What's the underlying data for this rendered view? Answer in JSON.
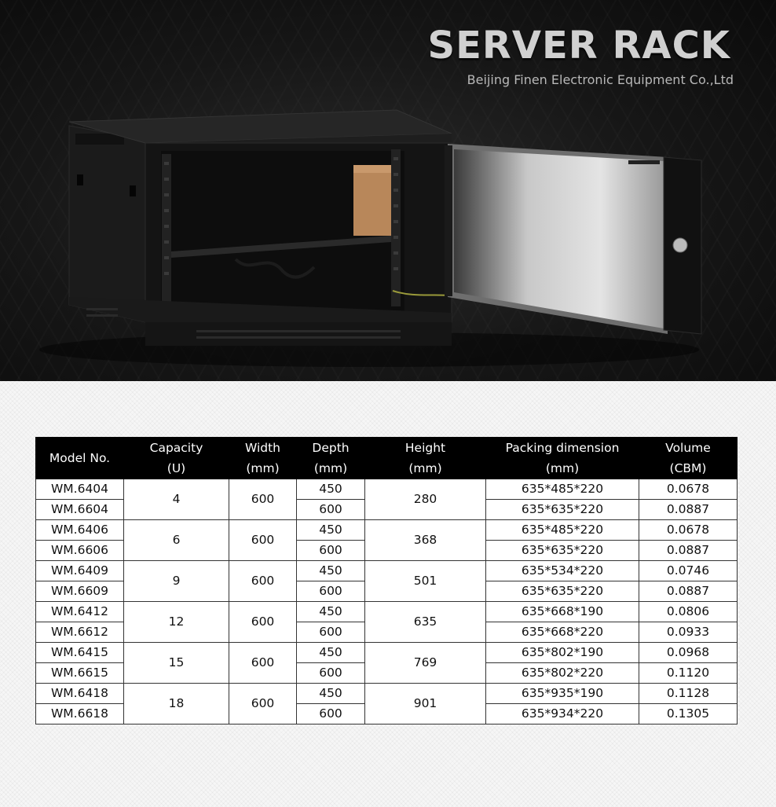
{
  "header": {
    "title": "SERVER RACK",
    "subtitle": "Beijing Finen Electronic Equipment Co.,Ltd"
  },
  "colors": {
    "hero_bg": "#161616",
    "title_text": "#d0d0d0",
    "table_header_bg": "#000000",
    "table_header_text": "#ffffff"
  },
  "table": {
    "headers": {
      "model": "Model No.",
      "capacity": "Capacity\n(U)",
      "width": "Width\n(mm)",
      "depth": "Depth\n(mm)",
      "height": "Height\n(mm)",
      "packing": "Packing dimension\n(mm)",
      "volume": "Volume\n(CBM)"
    },
    "groups": [
      {
        "capacity": "4",
        "width": "600",
        "height": "280",
        "rows": [
          {
            "model": "WM.6404",
            "depth": "450",
            "packing": "635*485*220",
            "volume": "0.0678"
          },
          {
            "model": "WM.6604",
            "depth": "600",
            "packing": "635*635*220",
            "volume": "0.0887"
          }
        ]
      },
      {
        "capacity": "6",
        "width": "600",
        "height": "368",
        "rows": [
          {
            "model": "WM.6406",
            "depth": "450",
            "packing": "635*485*220",
            "volume": "0.0678"
          },
          {
            "model": "WM.6606",
            "depth": "600",
            "packing": "635*635*220",
            "volume": "0.0887"
          }
        ]
      },
      {
        "capacity": "9",
        "width": "600",
        "height": "501",
        "rows": [
          {
            "model": "WM.6409",
            "depth": "450",
            "packing": "635*534*220",
            "volume": "0.0746"
          },
          {
            "model": "WM.6609",
            "depth": "600",
            "packing": "635*635*220",
            "volume": "0.0887"
          }
        ]
      },
      {
        "capacity": "12",
        "width": "600",
        "height": "635",
        "rows": [
          {
            "model": "WM.6412",
            "depth": "450",
            "packing": "635*668*190",
            "volume": "0.0806"
          },
          {
            "model": "WM.6612",
            "depth": "600",
            "packing": "635*668*220",
            "volume": "0.0933"
          }
        ]
      },
      {
        "capacity": "15",
        "width": "600",
        "height": "769",
        "rows": [
          {
            "model": "WM.6415",
            "depth": "450",
            "packing": "635*802*190",
            "volume": "0.0968"
          },
          {
            "model": "WM.6615",
            "depth": "600",
            "packing": "635*802*220",
            "volume": "0.1120"
          }
        ]
      },
      {
        "capacity": "18",
        "width": "600",
        "height": "901",
        "rows": [
          {
            "model": "WM.6418",
            "depth": "450",
            "packing": "635*935*190",
            "volume": "0.1128"
          },
          {
            "model": "WM.6618",
            "depth": "600",
            "packing": "635*934*220",
            "volume": "0.1305"
          }
        ]
      }
    ]
  }
}
